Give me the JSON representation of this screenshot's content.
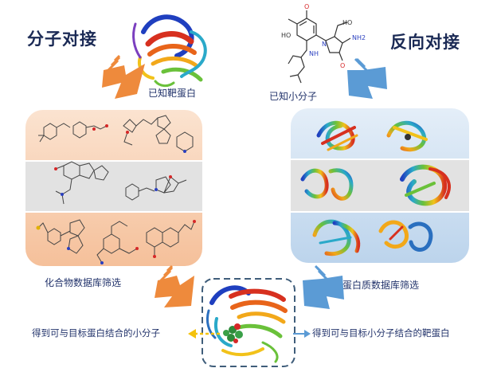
{
  "titles": {
    "left": "分子对接",
    "right": "反向对接"
  },
  "captions": {
    "known_target": "已知靶蛋白",
    "known_molecule": "已知小分子",
    "compound_screen": "化合物数据库筛选",
    "protein_screen": "蛋白质数据库筛选",
    "result_molecule": "得到可与目标蛋白结合的小分子",
    "result_target": "得到可与目标小分子结合的靶蛋白"
  },
  "molecule_labels": {
    "ho": "HO",
    "nh2": "NH2",
    "nh": "NH",
    "o": "O",
    "n": "N"
  },
  "colors": {
    "orange_arrow": "#ee8a3c",
    "blue_arrow": "#5b9bd5",
    "orange_panel": "#f8cfae",
    "blue_panel": "#cfe0f1",
    "gray_panel": "#e3e3e3",
    "result_arrow_left": "#f4c20d",
    "result_arrow_right": "#5b9bd5",
    "title_text": "#1b2a55"
  }
}
